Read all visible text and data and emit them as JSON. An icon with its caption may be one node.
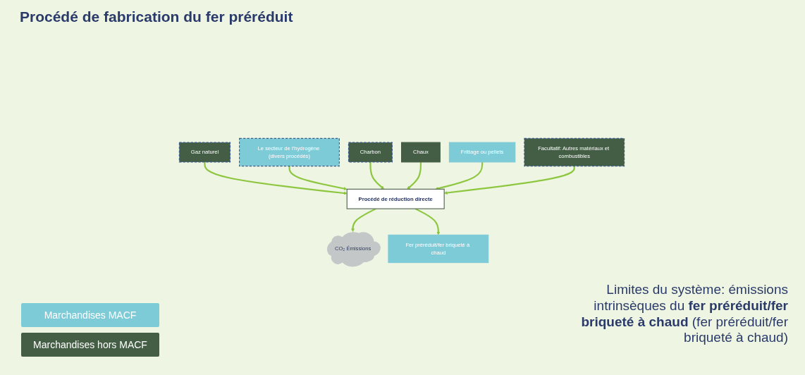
{
  "diagram": {
    "title": "Procédé de fabrication du fer préréduit",
    "nodes": [
      {
        "text": [
          "Gaz naturel"
        ]
      },
      {
        "text": [
          "Le secteur de l’hydrogène (divers procédés)"
        ]
      },
      {
        "text": [
          "Charbon"
        ]
      },
      {
        "text": [
          "Chaux"
        ]
      },
      {
        "text": [
          "Frittage ou pellets"
        ]
      },
      {
        "text": [
          "Procédé de réduction directe"
        ]
      },
      {
        "text": [
          "CO₂ Émissions"
        ]
      },
      {
        "text": [
          "Facultatif: Autres matériaux et combustibles"
        ]
      },
      {
        "text": [
          "Fer préréduit/fer briqueté à chaud"
        ]
      }
    ],
    "edges": [
      {
        "from": 0,
        "to": 5,
        "arrow": "to"
      },
      {
        "from": 1,
        "to": 5,
        "arrow": "to"
      },
      {
        "from": 2,
        "to": 5,
        "arrow": "to"
      },
      {
        "from": 3,
        "to": 5,
        "arrow": "to"
      },
      {
        "from": 4,
        "to": 5,
        "arrow": "to"
      },
      {
        "from": 7,
        "to": 5,
        "arrow": "to"
      },
      {
        "from": 5,
        "to": 6,
        "arrow": "to"
      },
      {
        "from": 5,
        "to": 8,
        "arrow": "to"
      }
    ],
    "labels": [
      "Limites du système: émissions intrinsèques du **fer préréduit/fer briqueté à chaud** (fer préréduit/fer briqueté à chaud)"
    ],
    "legend": [
      {
        "text": "Marchandises MACF",
        "color": "#7ecbd8"
      },
      {
        "text": "Marchandises hors MACF",
        "color": "#435e44"
      }
    ]
  }
}
